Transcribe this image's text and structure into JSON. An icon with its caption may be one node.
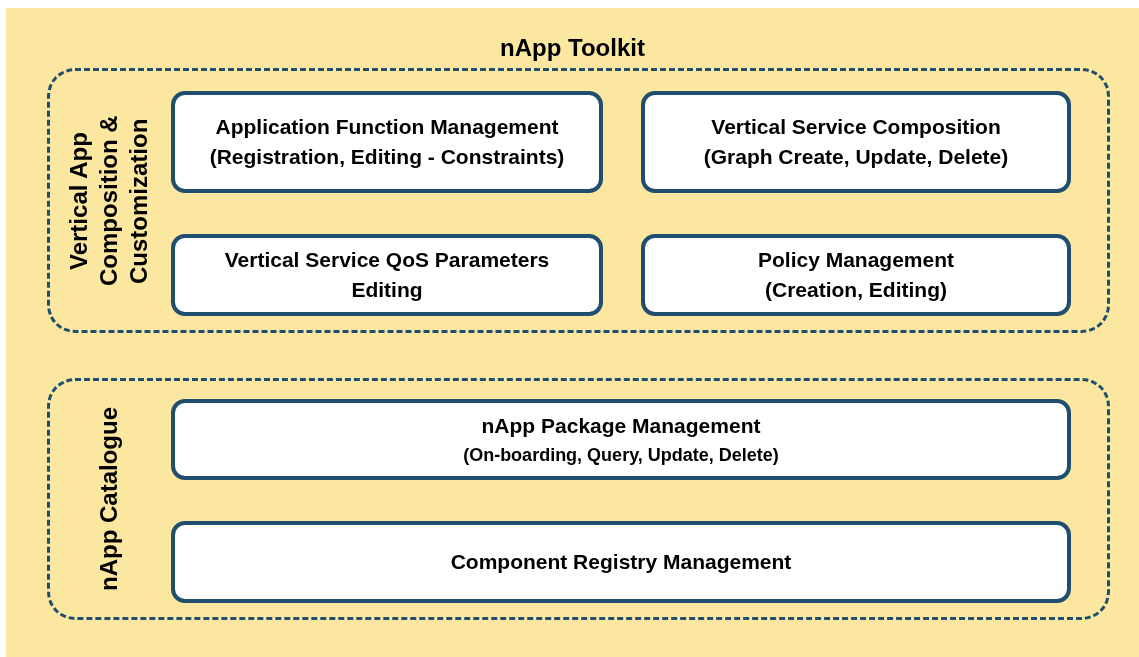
{
  "diagram": {
    "title": "nApp Toolkit",
    "nodes": [
      {
        "text": [
          "Vertical App Composition & Customization"
        ]
      },
      {
        "text": [
          "Application Function Management",
          "(Registration, Editing - Constraints)"
        ],
        "in": 0
      },
      {
        "text": [
          "Vertical Service Composition",
          "(Graph Create, Update, Delete)"
        ],
        "in": 0
      },
      {
        "text": [
          "Vertical Service QoS Parameters Editing"
        ],
        "in": 0
      },
      {
        "text": [
          "Policy Management",
          "(Creation, Editing)"
        ],
        "in": 0
      },
      {
        "text": [
          "nApp Catalogue"
        ]
      },
      {
        "text": [
          "nApp Package Management",
          "(On-boarding, Query, Update, Delete)"
        ],
        "in": 5
      },
      {
        "text": [
          "Component Registry Management"
        ],
        "in": 5
      }
    ],
    "edges": []
  }
}
